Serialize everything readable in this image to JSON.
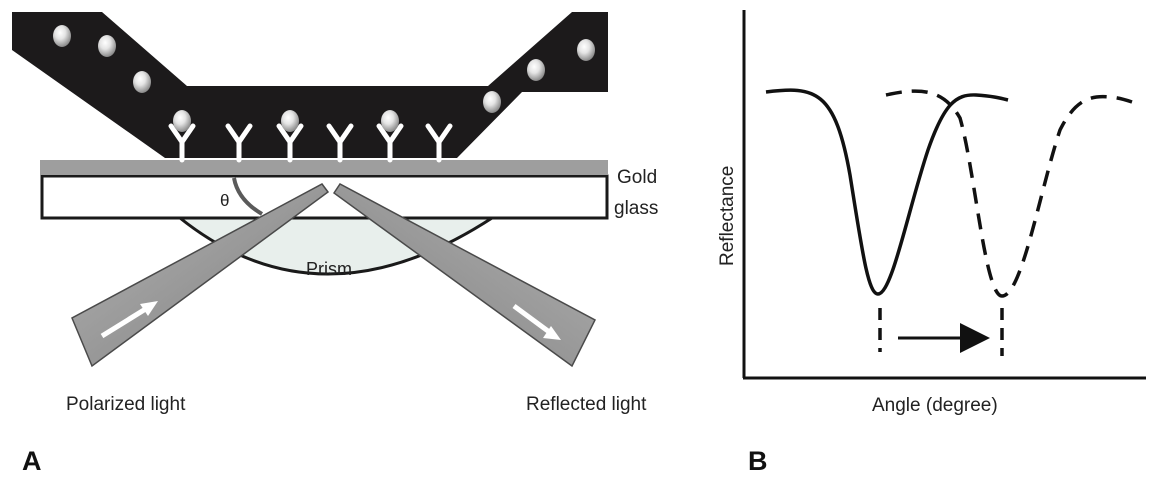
{
  "panel_a": {
    "letter": "A",
    "theta_symbol": "θ",
    "gold_label": "Gold",
    "glass_label": "glass",
    "prism_label": "Prism",
    "polarized_light_label": "Polarized light",
    "reflected_light_label": "Reflected light"
  },
  "panel_b": {
    "letter": "B",
    "ylabel": "Reflectance",
    "xlabel": "Angle (degree)"
  },
  "colors": {
    "flow_cell": "#1c1a1b",
    "gold_layer": "#9e9e9e",
    "prism_fill": "#e8efec",
    "beam_fill": "#9a9a9a",
    "curve_stroke": "#111111"
  },
  "icons": {
    "antibody": "antibody-y-icon",
    "analyte": "analyte-sphere-icon",
    "shift_arrow": "arrow-right-icon"
  }
}
